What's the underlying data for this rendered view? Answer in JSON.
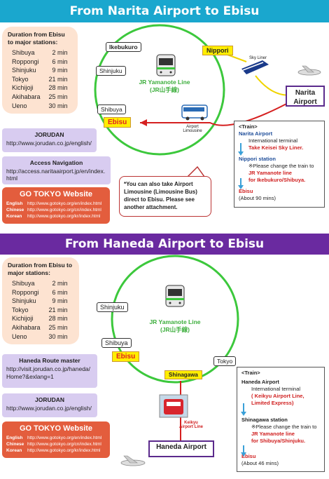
{
  "narita": {
    "title": "From Narita Airport to Ebisu",
    "duration": {
      "heading": "Duration from Ebisu to major stations:",
      "rows": [
        {
          "station": "Shibuya",
          "time": "2 min"
        },
        {
          "station": "Roppongi",
          "time": "6 min"
        },
        {
          "station": "Shinjuku",
          "time": "9 min"
        },
        {
          "station": "Tokyo",
          "time": "21 min"
        },
        {
          "station": "Kichijoji",
          "time": "28 min"
        },
        {
          "station": "Akihabara",
          "time": "25 min"
        },
        {
          "station": "Ueno",
          "time": "30 min"
        }
      ]
    },
    "jorudan": {
      "title": "JORUDAN",
      "url": "http://www.jorudan.co.jp/english/"
    },
    "access": {
      "title": "Access Navigation",
      "url": "http://access.naritaairport.jp/en/index.html"
    },
    "gotokyo": {
      "title": "GO TOKYO Website",
      "rows": [
        {
          "lang": "English",
          "url": "http://www.gotokyo.org/en/index.html"
        },
        {
          "lang": "Chinese",
          "url": "http://www.gotokyo.org/cn/index.html"
        },
        {
          "lang": "Korean",
          "url": "http://www.gotokyo.org/kr/index.html"
        }
      ]
    },
    "map": {
      "ikebukuro": "Ikebukuro",
      "nippori": "Nippori",
      "shinjuku": "Shinjuku",
      "shibuya": "Shibuya",
      "ebisu": "Ebisu",
      "jr_line": "JR Yamanote Line",
      "jr_line_jp": "(JR山手線)",
      "skyliner": "Sky Liner",
      "bus_label": "Airport Limousine",
      "airport": "Narita Airport"
    },
    "note": "*You can also take Airport Limousine (Limousine Bus) direct to Ebisu. Please see another attachment.",
    "train": {
      "header": "<Train>",
      "origin": "Narita Airport",
      "origin_sub": "International terminal",
      "origin_line": "Take Keisei Sky Liner.",
      "transfer": "Nippori station",
      "transfer_note": "※Please change the train to",
      "transfer_line1": "JR Yamanote line",
      "transfer_line2": "for Ikebukuro/Shibuya.",
      "dest": "Ebisu",
      "time": "(About 90 mins)"
    }
  },
  "haneda": {
    "title": "From Haneda Airport to Ebisu",
    "duration": {
      "heading": "Duration from Ebisu to major stations:",
      "rows": [
        {
          "station": "Shibuya",
          "time": "2 min"
        },
        {
          "station": "Roppongi",
          "time": "6 min"
        },
        {
          "station": "Shinjuku",
          "time": "9 min"
        },
        {
          "station": "Tokyo",
          "time": "21 min"
        },
        {
          "station": "Kichijoji",
          "time": "28 min"
        },
        {
          "station": "Akihabara",
          "time": "25 min"
        },
        {
          "station": "Ueno",
          "time": "30 min"
        }
      ]
    },
    "route_master": {
      "title": "Haneda Route master",
      "url": "http://visit.jorudan.co.jp/haneda/Home?&exlang=1"
    },
    "jorudan": {
      "title": "JORUDAN",
      "url": "http://www.jorudan.co.jp/english/"
    },
    "gotokyo": {
      "title": "GO TOKYO Website",
      "rows": [
        {
          "lang": "English",
          "url": "http://www.gotokyo.org/en/index.html"
        },
        {
          "lang": "Chinese",
          "url": "http://www.gotokyo.org/cn/index.html"
        },
        {
          "lang": "Korean",
          "url": "http://www.gotokyo.org/kr/index.html"
        }
      ]
    },
    "map": {
      "shinjuku": "Shinjuku",
      "shibuya": "Shibuya",
      "ebisu": "Ebisu",
      "tokyo": "Tokyo",
      "shinagawa": "Shinagawa",
      "jr_line": "JR Yamanote Line",
      "jr_line_jp": "(JR山手線)",
      "keikyu": "Keikyu Airport Line",
      "airport": "Haneda Airport"
    },
    "train": {
      "header": "<Train>",
      "origin": "Haneda Airport",
      "origin_sub": "International terminal",
      "origin_line": "( Keikyu Airport Line, Limited Express)",
      "transfer": "Shinagawa station",
      "transfer_note": "※Please change the train to",
      "transfer_line1": "JR Yamanote line",
      "transfer_line2": "for Shibuya/Shinjuku.",
      "dest": "Ebisu",
      "time": "(About 46 mins)"
    }
  },
  "colors": {
    "narita_banner": "#1aa7ce",
    "haneda_banner": "#6a2aa0",
    "loop": "#3cc83c",
    "ebisu": "#ffee00",
    "gotokyo": "#e35d3d",
    "links": "#d8ccf0",
    "duration": "#fde3d1"
  }
}
